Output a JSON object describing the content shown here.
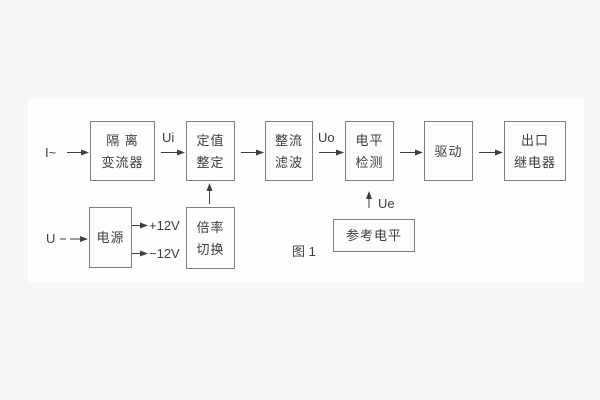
{
  "diagram": {
    "caption": "图 1",
    "inputs": {
      "current": "I~",
      "voltage": "U"
    },
    "signals": {
      "ui": "Ui",
      "uo": "Uo",
      "ue": "Ue",
      "plus12": "+12V",
      "minus12": "−12V"
    },
    "blocks": {
      "isolation": {
        "line1": "隔 离",
        "line2": "变流器"
      },
      "setting": {
        "line1": "定值",
        "line2": "整定"
      },
      "rectify": {
        "line1": "整流",
        "line2": "滤波"
      },
      "level": {
        "line1": "电平",
        "line2": "检测"
      },
      "drive": {
        "line1": "驱动"
      },
      "output": {
        "line1": "出口",
        "line2": "继电器"
      },
      "power": {
        "line1": "电源"
      },
      "ratio": {
        "line1": "倍率",
        "line2": "切换"
      },
      "reference": {
        "line1": "参考电平"
      }
    },
    "colors": {
      "border": "#7f7f7f",
      "text": "#3e3e3e",
      "arrow": "#3e3e3e",
      "panel": "#fefefe",
      "background": "#f7f7f6"
    }
  }
}
